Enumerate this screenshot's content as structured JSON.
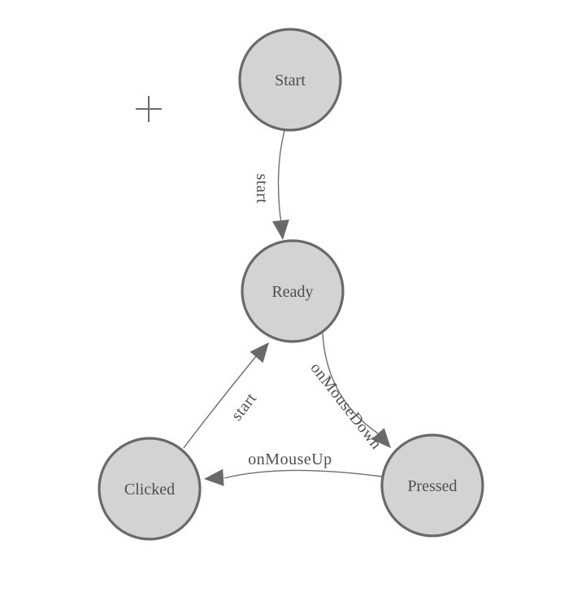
{
  "diagram": {
    "type": "state-machine",
    "background": "#ffffff",
    "origin_marker_glyph": "+",
    "colors": {
      "node_fill": "#d3d3d3",
      "node_stroke": "#696969",
      "edge_stroke": "#6e6e6e",
      "arrow_fill": "#696969",
      "label_text": "#4f4f4f",
      "background": "#ffffff"
    },
    "nodes": [
      {
        "id": "start",
        "label": "Start"
      },
      {
        "id": "ready",
        "label": "Ready"
      },
      {
        "id": "clicked",
        "label": "Clicked"
      },
      {
        "id": "pressed",
        "label": "Pressed"
      }
    ],
    "edges": [
      {
        "from": "Start",
        "to": "Ready",
        "label": "start"
      },
      {
        "from": "Ready",
        "to": "Pressed",
        "label": "onMouseDown"
      },
      {
        "from": "Pressed",
        "to": "Clicked",
        "label": "onMouseUp"
      },
      {
        "from": "Clicked",
        "to": "Ready",
        "label": "start"
      }
    ]
  }
}
